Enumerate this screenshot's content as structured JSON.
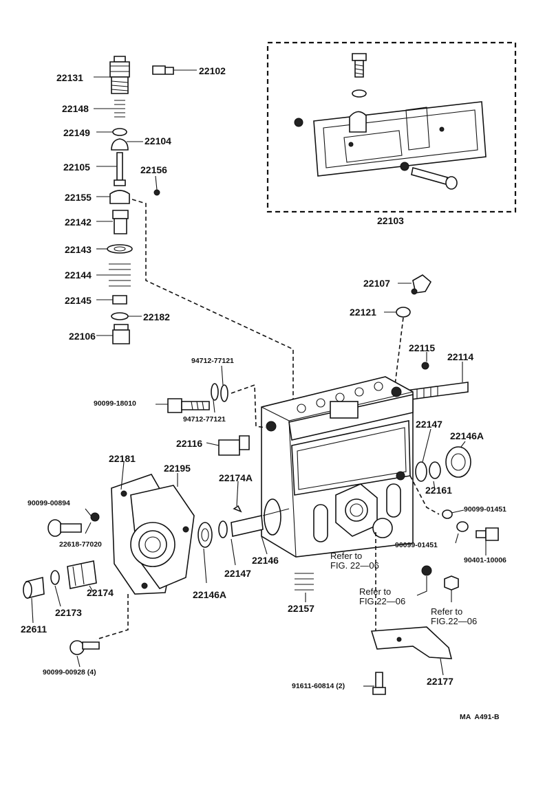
{
  "diagram_code": "MA  A491-B",
  "refs": {
    "r1": "Refer to\nFIG. 22—06",
    "r2": "Refer to\nFIG.22—06",
    "r3": "Refer to\nFIG.22—06"
  },
  "parts": {
    "p22131": "22131",
    "p22102": "22102",
    "p22148": "22148",
    "p22149": "22149",
    "p22104": "22104",
    "p22105": "22105",
    "p22156": "22156",
    "p22155": "22155",
    "p22142": "22142",
    "p22143": "22143",
    "p22144": "22144",
    "p22145": "22145",
    "p22182": "22182",
    "p22106": "22106",
    "p22103": "22103",
    "p22107": "22107",
    "p22121": "22121",
    "p22115": "22115",
    "p22114": "22114",
    "p94712a": "94712-77121",
    "p90099_18010": "90099-18010",
    "p94712b": "94712-77121",
    "p22116": "22116",
    "p22147a": "22147",
    "p22146Aa": "22146A",
    "p22161": "22161",
    "p22181": "22181",
    "p22195": "22195",
    "p22174A": "22174A",
    "p90099_01451a": "90099-01451",
    "p90099_00894": "90099-00894",
    "p22618": "22618-77020",
    "p22146": "22146",
    "p90099_01451b": "90099-01451",
    "p90401": "90401-10006",
    "p22147b": "22147",
    "p22174": "22174",
    "p22146Ab": "22146A",
    "p22157": "22157",
    "p22611": "22611",
    "p22173": "22173",
    "p90099_00928": "90099-00928 (4)",
    "p22177": "22177",
    "p91611": "91611-60814 (2)"
  }
}
